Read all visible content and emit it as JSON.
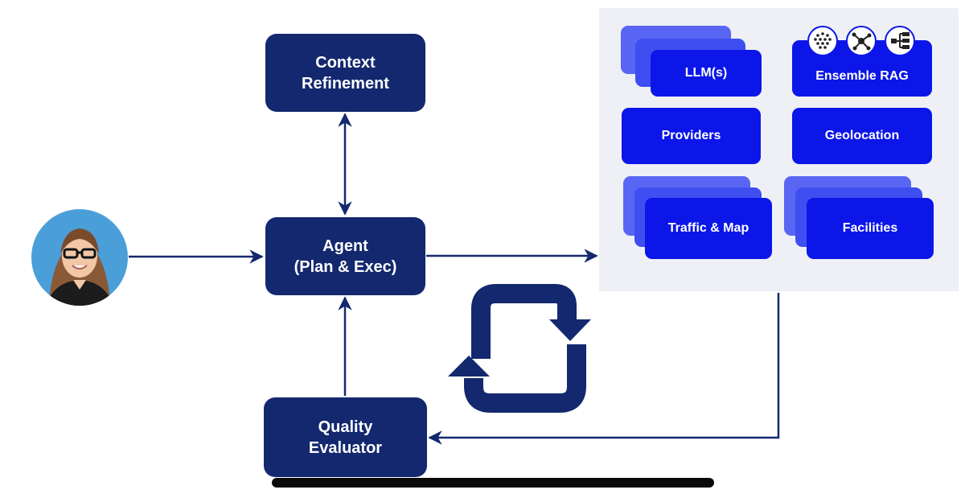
{
  "nodes": {
    "context_refinement": "Context\nRefinement",
    "agent": "Agent\n(Plan & Exec)",
    "quality_evaluator": "Quality\nEvaluator"
  },
  "tools": {
    "llm": "LLM(s)",
    "ensemble_rag": "Ensemble RAG",
    "providers": "Providers",
    "geolocation": "Geolocation",
    "traffic_map": "Traffic & Map",
    "facilities": "Facilities"
  },
  "icons": {
    "user": "user-avatar-icon",
    "cycle": "refresh-cycle-icon",
    "rag_icons": [
      "dot-cluster-icon",
      "network-graph-icon",
      "tree-hierarchy-icon"
    ]
  },
  "colors": {
    "navy": "#13286e",
    "tool_blue": "#0c16e8",
    "panel_bg": "#eef0f6"
  }
}
